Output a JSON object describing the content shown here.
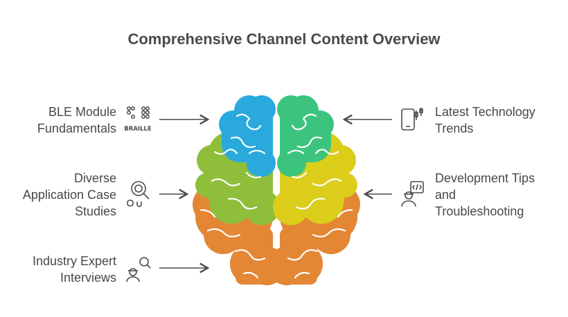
{
  "title": "Comprehensive Channel Content Overview",
  "left_items": [
    {
      "lines": [
        "BLE Module",
        "Fundamentals"
      ],
      "icon": "braille-icon",
      "icon_text": "BRAILLE"
    },
    {
      "lines": [
        "Diverse",
        "Application Case",
        "Studies"
      ],
      "icon": "research-icon"
    },
    {
      "lines": [
        "Industry Expert",
        "Interviews"
      ],
      "icon": "expert-search-icon"
    }
  ],
  "right_items": [
    {
      "lines": [
        "Latest Technology",
        "Trends"
      ],
      "icon": "mobile-chart-icon"
    },
    {
      "lines": [
        "Development Tips",
        "and",
        "Troubleshooting"
      ],
      "icon": "developer-icon"
    }
  ],
  "colors": {
    "blue": "#29a9dc",
    "green_top": "#3cc47f",
    "lime": "#8fbe3b",
    "yellow": "#dccd1b",
    "orange": "#e38735",
    "text": "#484848"
  }
}
